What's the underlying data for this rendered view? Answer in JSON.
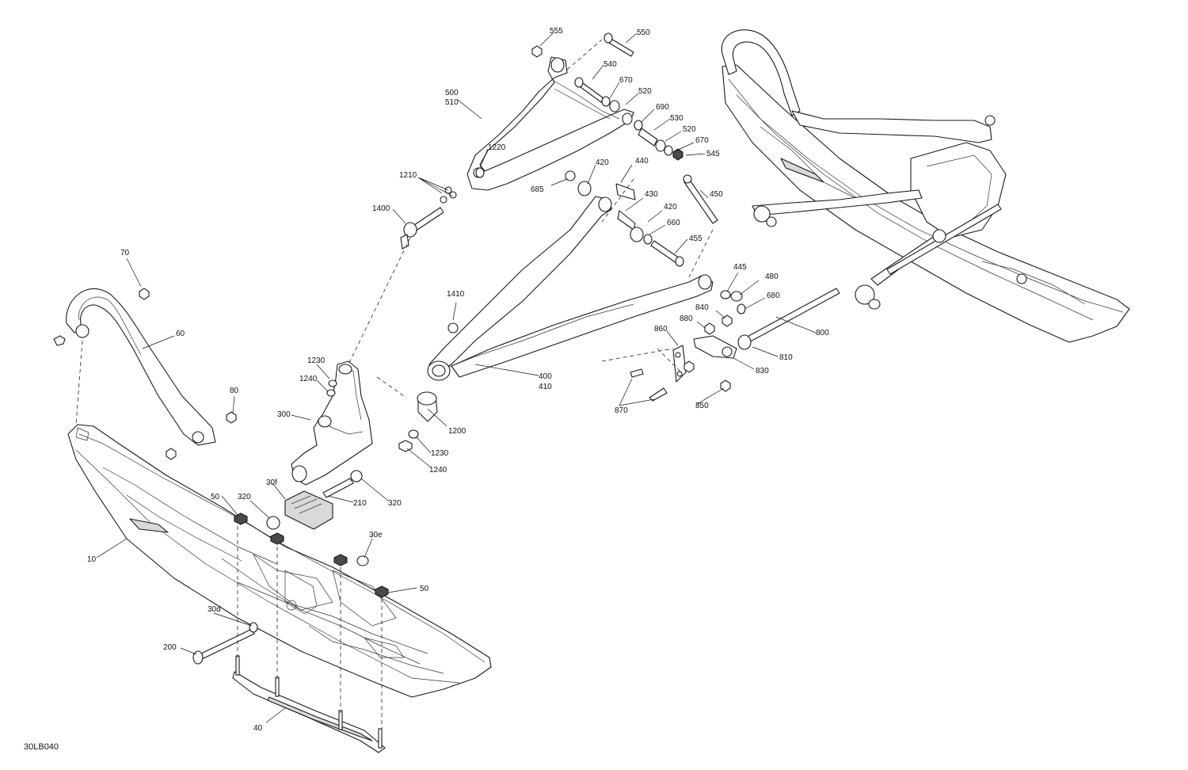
{
  "diagram_code": "30LB040",
  "callouts": [
    {
      "id": "c555",
      "text": "555"
    },
    {
      "id": "c550",
      "text": "550"
    },
    {
      "id": "c540",
      "text": "540"
    },
    {
      "id": "c670a",
      "text": "670"
    },
    {
      "id": "c500",
      "text": "500"
    },
    {
      "id": "c510",
      "text": "510"
    },
    {
      "id": "c520a",
      "text": "520"
    },
    {
      "id": "c690",
      "text": "690"
    },
    {
      "id": "c530",
      "text": "530"
    },
    {
      "id": "c520b",
      "text": "520"
    },
    {
      "id": "c670b",
      "text": "670"
    },
    {
      "id": "c545",
      "text": "545"
    },
    {
      "id": "c1220",
      "text": "1220"
    },
    {
      "id": "c420a",
      "text": "420"
    },
    {
      "id": "c440",
      "text": "440"
    },
    {
      "id": "c1210",
      "text": "1210"
    },
    {
      "id": "c685",
      "text": "685"
    },
    {
      "id": "c430",
      "text": "430"
    },
    {
      "id": "c450",
      "text": "450"
    },
    {
      "id": "c420b",
      "text": "420"
    },
    {
      "id": "c1400",
      "text": "1400"
    },
    {
      "id": "c660",
      "text": "660"
    },
    {
      "id": "c455",
      "text": "455"
    },
    {
      "id": "c70",
      "text": "70"
    },
    {
      "id": "c445",
      "text": "445"
    },
    {
      "id": "c480",
      "text": "480"
    },
    {
      "id": "c1410",
      "text": "1410"
    },
    {
      "id": "c680",
      "text": "680"
    },
    {
      "id": "c840",
      "text": "840"
    },
    {
      "id": "c60",
      "text": "60"
    },
    {
      "id": "c880",
      "text": "880"
    },
    {
      "id": "c860",
      "text": "860"
    },
    {
      "id": "c800",
      "text": "800"
    },
    {
      "id": "c1230a",
      "text": "1230"
    },
    {
      "id": "c810",
      "text": "810"
    },
    {
      "id": "c400",
      "text": "400"
    },
    {
      "id": "c410",
      "text": "410"
    },
    {
      "id": "c830",
      "text": "830"
    },
    {
      "id": "c1240a",
      "text": "1240"
    },
    {
      "id": "c80",
      "text": "80"
    },
    {
      "id": "c850",
      "text": "850"
    },
    {
      "id": "c870",
      "text": "870"
    },
    {
      "id": "c300",
      "text": "300"
    },
    {
      "id": "c1200",
      "text": "1200"
    },
    {
      "id": "c1230b",
      "text": "1230"
    },
    {
      "id": "c1240b",
      "text": "1240"
    },
    {
      "id": "c30f",
      "text": "30f"
    },
    {
      "id": "c50a",
      "text": "50"
    },
    {
      "id": "c320a",
      "text": "320"
    },
    {
      "id": "c210",
      "text": "210"
    },
    {
      "id": "c320b",
      "text": "320"
    },
    {
      "id": "c30e",
      "text": "30e"
    },
    {
      "id": "c10",
      "text": "10"
    },
    {
      "id": "c50b",
      "text": "50"
    },
    {
      "id": "c30d",
      "text": "30d"
    },
    {
      "id": "c200",
      "text": "200"
    },
    {
      "id": "c40",
      "text": "40"
    }
  ]
}
